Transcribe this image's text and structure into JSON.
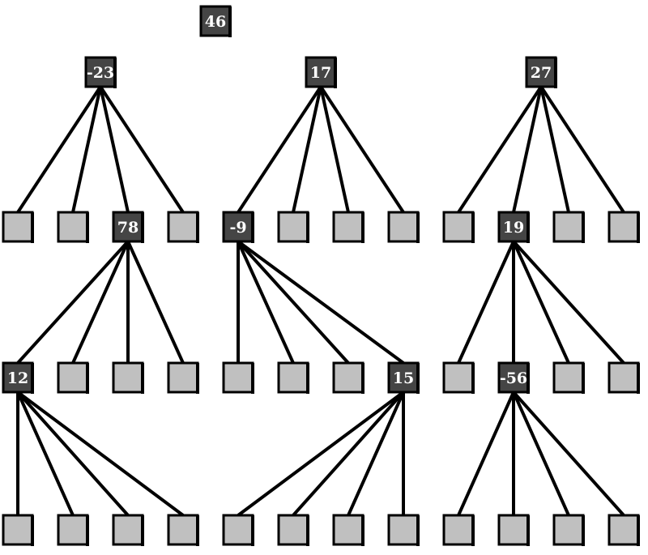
{
  "colors": {
    "valued_node": "#454545",
    "empty_node": "#c0c0c0",
    "edge": "#000000",
    "label": "#ffffff"
  },
  "root": {
    "label": "46"
  },
  "levels": [
    [
      {
        "label": "-23"
      },
      {
        "label": "17"
      },
      {
        "label": "27"
      }
    ],
    [
      {
        "label": "",
        "parent": 0
      },
      {
        "label": "",
        "parent": 0
      },
      {
        "label": "78",
        "parent": 0
      },
      {
        "label": "",
        "parent": 0
      },
      {
        "label": "-9",
        "parent": 1
      },
      {
        "label": "",
        "parent": 1
      },
      {
        "label": "",
        "parent": 1
      },
      {
        "label": "",
        "parent": 1
      },
      {
        "label": "",
        "parent": 2
      },
      {
        "label": "19",
        "parent": 2
      },
      {
        "label": "",
        "parent": 2
      },
      {
        "label": "",
        "parent": 2
      }
    ],
    [
      {
        "label": "12",
        "parent": 2
      },
      {
        "label": "",
        "parent": 2
      },
      {
        "label": "",
        "parent": 2
      },
      {
        "label": "",
        "parent": 2
      },
      {
        "label": "",
        "parent": 4
      },
      {
        "label": "",
        "parent": 4
      },
      {
        "label": "",
        "parent": 4
      },
      {
        "label": "15",
        "parent": 4
      },
      {
        "label": "",
        "parent": 9
      },
      {
        "label": "-56",
        "parent": 9
      },
      {
        "label": "",
        "parent": 9
      },
      {
        "label": "",
        "parent": 9
      }
    ],
    [
      {
        "label": "",
        "parent": 0
      },
      {
        "label": "",
        "parent": 0
      },
      {
        "label": "",
        "parent": 0
      },
      {
        "label": "",
        "parent": 0
      },
      {
        "label": "",
        "parent": 7
      },
      {
        "label": "",
        "parent": 7
      },
      {
        "label": "",
        "parent": 7
      },
      {
        "label": "",
        "parent": 7
      },
      {
        "label": "",
        "parent": 9
      },
      {
        "label": "",
        "parent": 9
      },
      {
        "label": "",
        "parent": 9
      },
      {
        "label": "",
        "parent": 9
      }
    ]
  ]
}
